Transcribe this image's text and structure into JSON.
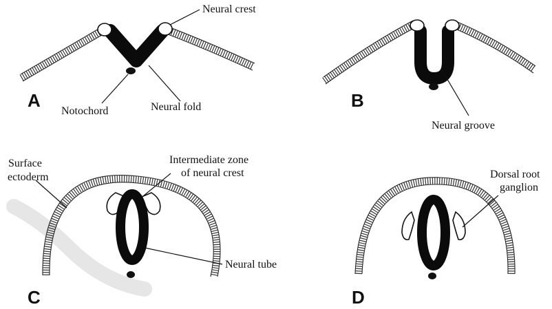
{
  "labels": {
    "neural_crest": "Neural crest",
    "notochord": "Notochord",
    "neural_fold": "Neural fold",
    "neural_groove": "Neural groove",
    "surface_ectoderm_1": "Surface",
    "surface_ectoderm_2": "ectoderm",
    "intermediate_zone_1": "Intermediate zone",
    "intermediate_zone_2": "of neural crest",
    "neural_tube": "Neural tube",
    "dorsal_root_1": "Dorsal root",
    "dorsal_root_2": "ganglion"
  },
  "panels": {
    "a": "A",
    "b": "B",
    "c": "C",
    "d": "D"
  }
}
